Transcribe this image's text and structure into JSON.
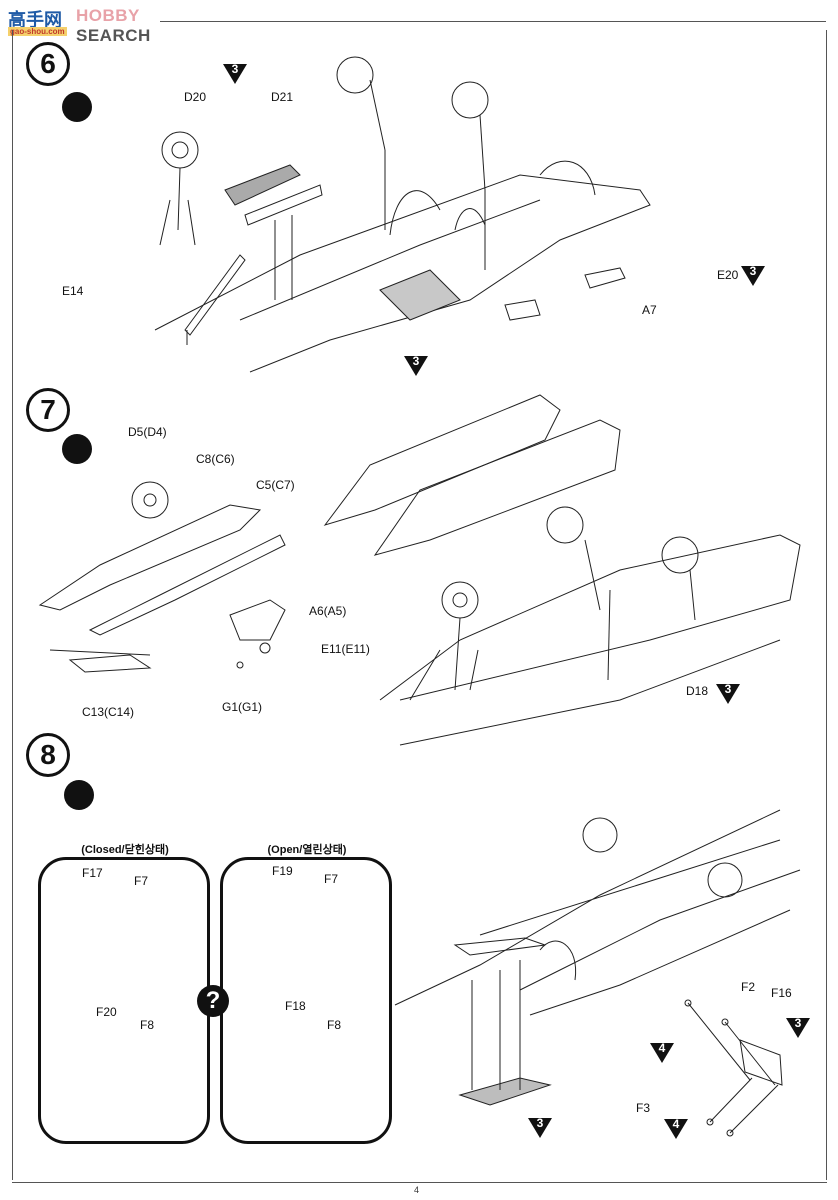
{
  "watermark": {
    "cn_text": "高手网",
    "brand_hobby": "HOBBY",
    "brand_search": " SEARCH",
    "url": "gao-shou.com",
    "colors": {
      "hobby": "#e8a2a8",
      "search": "#555555",
      "cn": "#1f5aa6"
    }
  },
  "page_number": "4",
  "steps": [
    {
      "number": "6",
      "icon": "cement-glue-icon",
      "labels": {
        "d20": "D20",
        "d21": "D21",
        "e14": "E14",
        "e20": "E20",
        "a7": "A7"
      },
      "markers": {
        "d20_d21_paint": "3",
        "e20_paint": "3",
        "bay_paint": "3"
      }
    },
    {
      "number": "7",
      "icon": "cement-glue-icon",
      "labels": {
        "d5": "D5(D4)",
        "c8": "C8(C6)",
        "c5": "C5(C7)",
        "a6": "A6(A5)",
        "e11": "E11(E11)",
        "g1": "G1(G1)",
        "c13": "C13(C14)",
        "d18": "D18"
      },
      "markers": {
        "d18_paint": "3"
      }
    },
    {
      "number": "8",
      "icon": "cement-glue-icon",
      "options": {
        "closed": {
          "title": "(Closed/닫힌상태)",
          "labels": {
            "top_doors": "F17",
            "top_base": "F7",
            "bottom_doors": "F20",
            "bottom_base": "F8"
          }
        },
        "open": {
          "title": "(Open/열린상태)",
          "labels": {
            "top_doors": "F19",
            "top_base": "F7",
            "bottom_doors": "F18",
            "bottom_base": "F8"
          }
        },
        "choice_icon": "question-mark-icon",
        "choice_symbol": "?"
      },
      "labels": {
        "f2": "F2",
        "f16": "F16",
        "f3": "F3"
      },
      "markers": {
        "f2_paint": "4",
        "f16_paint": "3",
        "f3_paint": "4",
        "bay_paint": "3"
      }
    }
  ]
}
